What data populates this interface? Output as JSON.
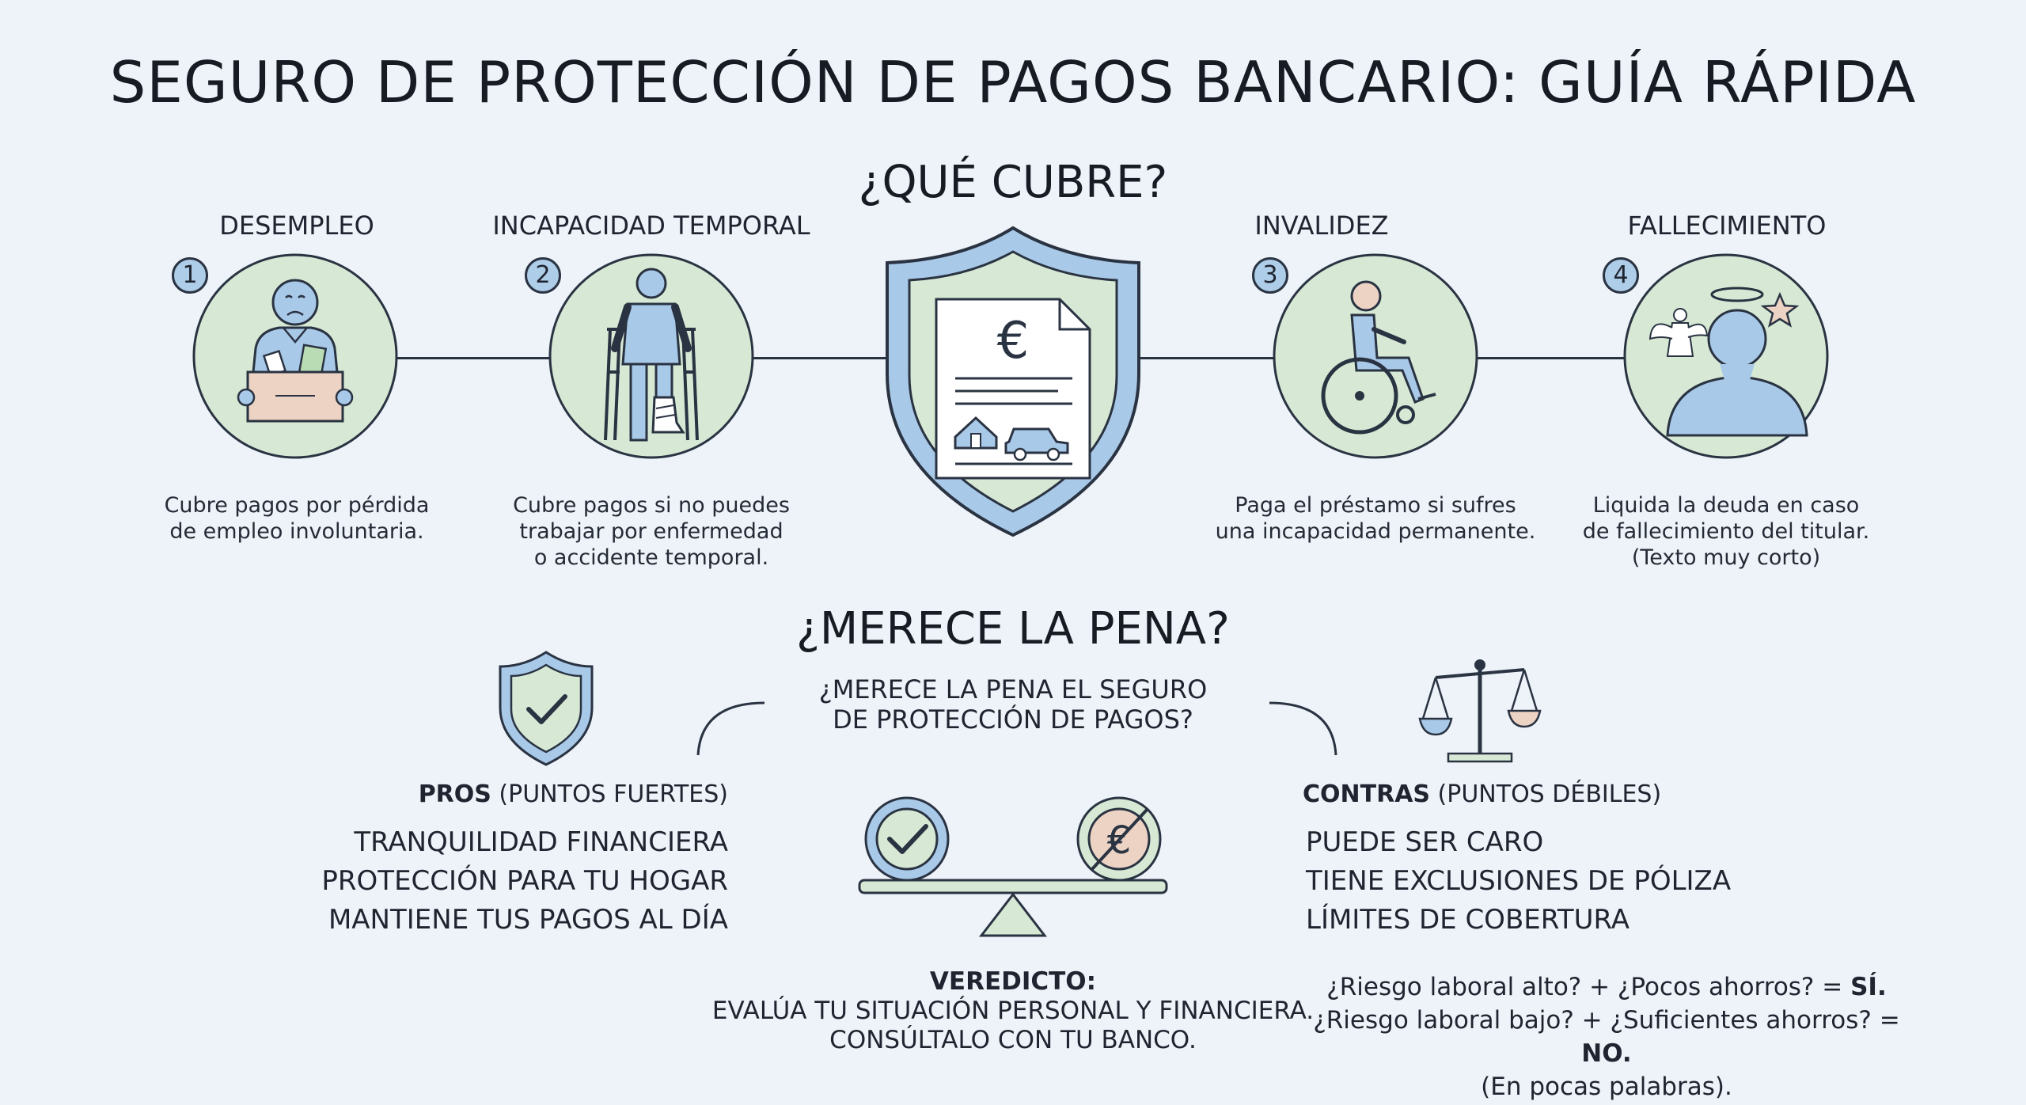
{
  "title": "SEGURO DE PROTECCIÓN DE PAGOS BANCARIO: GUÍA RÁPIDA",
  "coverage": {
    "heading": "¿QUÉ CUBRE?",
    "items": [
      {
        "number": "1",
        "label": "DESEMPLEO",
        "icon": "unemployed-person-box-icon",
        "desc": [
          "Cubre pagos por pérdida",
          "de empleo involuntaria."
        ]
      },
      {
        "number": "2",
        "label": "INCAPACIDAD TEMPORAL",
        "icon": "person-crutches-cast-icon",
        "desc": [
          "Cubre pagos si no puedes",
          "trabajar por enfermedad",
          "o accidente temporal."
        ]
      },
      {
        "number": "3",
        "label": "INVALIDEZ",
        "icon": "wheelchair-icon",
        "desc": [
          "Paga el préstamo si sufres",
          "una incapacidad permanente."
        ]
      },
      {
        "number": "4",
        "label": "FALLECIMIENTO",
        "icon": "angel-silhouette-icon",
        "desc": [
          "Liquida la deuda en caso",
          "de fallecimiento del titular.",
          "(Texto muy corto)"
        ]
      }
    ],
    "center_icon": "shield-document-euro-icon",
    "currency_symbol": "€"
  },
  "worth": {
    "heading": "¿MERECE LA PENA?",
    "question": [
      "¿MERECE LA PENA EL SEGURO",
      "DE PROTECCIÓN DE PAGOS?"
    ],
    "pros": {
      "title_bold": "PROS",
      "title_rest": " (PUNTOS FUERTES)",
      "icon": "shield-check-icon",
      "items": [
        "TRANQUILIDAD FINANCIERA",
        "PROTECCIÓN PARA TU HOGAR",
        "MANTIENE TUS PAGOS AL DÍA"
      ]
    },
    "cons": {
      "title_bold": "CONTRAS",
      "title_rest": " (PUNTOS DÉBILES)",
      "icon": "balance-scale-icon",
      "items": [
        "PUEDE SER CARO",
        "TIENE EXCLUSIONES DE PÓLIZA",
        "LÍMITES DE COBERTURA"
      ]
    },
    "seesaw_icon": "seesaw-check-euro-icon",
    "verdict": {
      "label": "VEREDICTO:",
      "lines": [
        "EVALÚA TU SITUACIÓN PERSONAL Y FINANCIERA.",
        "CONSÚLTALO CON TU BANCO."
      ]
    },
    "rules": [
      {
        "text": "¿Riesgo laboral alto? + ¿Pocos ahorros? = ",
        "answer": "SÍ."
      },
      {
        "text": "¿Riesgo laboral bajo? + ¿Suficientes ahorros? = ",
        "answer": "NO."
      }
    ],
    "rules_note": "(En pocas palabras)."
  },
  "colors": {
    "green_fill": "#d7e9d5",
    "blue_fill": "#a9c9e8",
    "outline": "#2a3342",
    "box_fill": "#ecd3c4",
    "background": "#eef3f9"
  }
}
